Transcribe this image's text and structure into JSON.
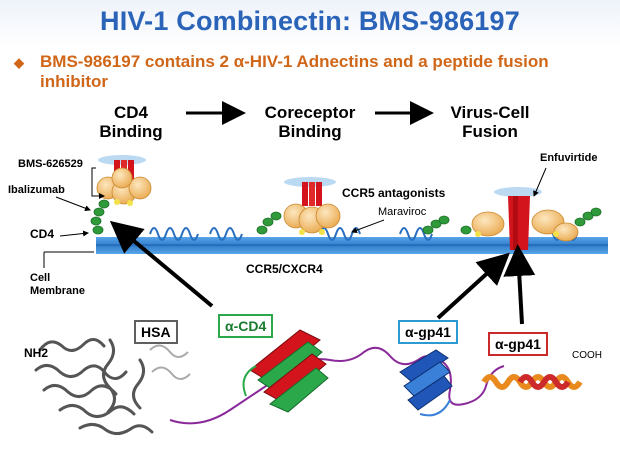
{
  "title": "HIV-1 Combinectin: BMS-986197",
  "bullet": "BMS-986197 contains 2 α-HIV-1 Adnectins and a peptide fusion inhibitor",
  "stages": [
    "CD4 Binding",
    "Coreceptor Binding",
    "Virus-Cell Fusion"
  ],
  "labels": {
    "bms": "BMS-626529",
    "ibalizumab": "Ibalizumab",
    "cd4": "CD4",
    "cell_membrane": "Cell Membrane",
    "ccr5_antagonists": "CCR5 antagonists",
    "maraviroc": "Maraviroc",
    "ccr5_cxcr4": "CCR5/CXCR4",
    "enfuvirtide": "Enfuvirtide",
    "nh2": "NH2",
    "cooh": "COOH"
  },
  "boxes": {
    "hsa": "HSA",
    "acd4": "α-CD4",
    "agp41_1": "α-gp41",
    "agp41_2": "α-gp41"
  },
  "colors": {
    "title": "#2a63b8",
    "bullet": "#d06618",
    "membrane": "#3a86d6",
    "receptor_green": "#2e9a3a",
    "gp120": "#f2c27a",
    "gp41": "#d4141c",
    "hsa": "#606060",
    "acd4": "#2aa84a",
    "agp41_1": "#2a9ad0",
    "agp41_2": "#cc2a2a"
  }
}
